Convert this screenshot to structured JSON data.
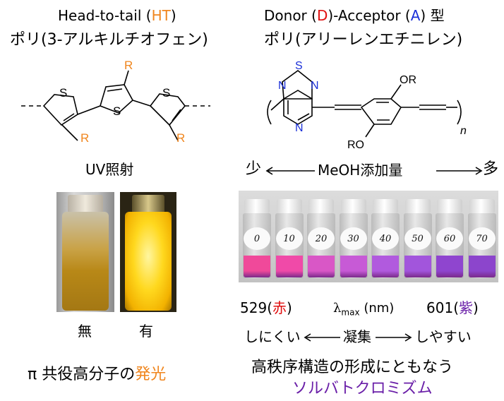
{
  "left": {
    "title_prefix": "Head-to-tail (",
    "title_ht": "HT",
    "title_suffix": ")",
    "subtitle": "ポリ(3-アルキルチオフェン)",
    "substituent": "R",
    "thiophene_atom": "S",
    "uv_label": "UV照射",
    "no_label": "無",
    "yes_label": "有",
    "bottom_prefix": "π 共役高分子の",
    "bottom_highlight": "発光"
  },
  "right": {
    "title_donor_prefix": "Donor (",
    "title_d": "D",
    "title_acceptor_prefix": ")-Acceptor (",
    "title_a": "A",
    "title_suffix": ") 型",
    "subtitle": "ポリ(アリーレンエチニレン)",
    "ring_atoms": {
      "n1": "N",
      "s": "S",
      "n2": "N",
      "n3": "N"
    },
    "or_top": "OR",
    "or_bottom": "RO",
    "repeat_index": "n",
    "meoh_low": "少",
    "meoh_mid": "MeOH添加量",
    "meoh_high": "多",
    "vial_labels": [
      "0",
      "10",
      "20",
      "30",
      "40",
      "50",
      "60",
      "70"
    ],
    "lambda_left_value": "529",
    "lambda_left_color_prefix": "(",
    "lambda_left_color": "赤",
    "lambda_left_color_suffix": ")",
    "lambda_symbol": "λ",
    "lambda_sub": "max",
    "lambda_unit": "(nm)",
    "lambda_right_value": "601",
    "lambda_right_color_prefix": "(",
    "lambda_right_color": "紫",
    "lambda_right_color_suffix": ")",
    "agg_hard": "しにくい",
    "agg_mid": "凝集",
    "agg_easy": "しやすい",
    "bottom_line1": "高秩序構造の形成にともなう",
    "bottom_line2": "ソルバトクロミズム"
  }
}
